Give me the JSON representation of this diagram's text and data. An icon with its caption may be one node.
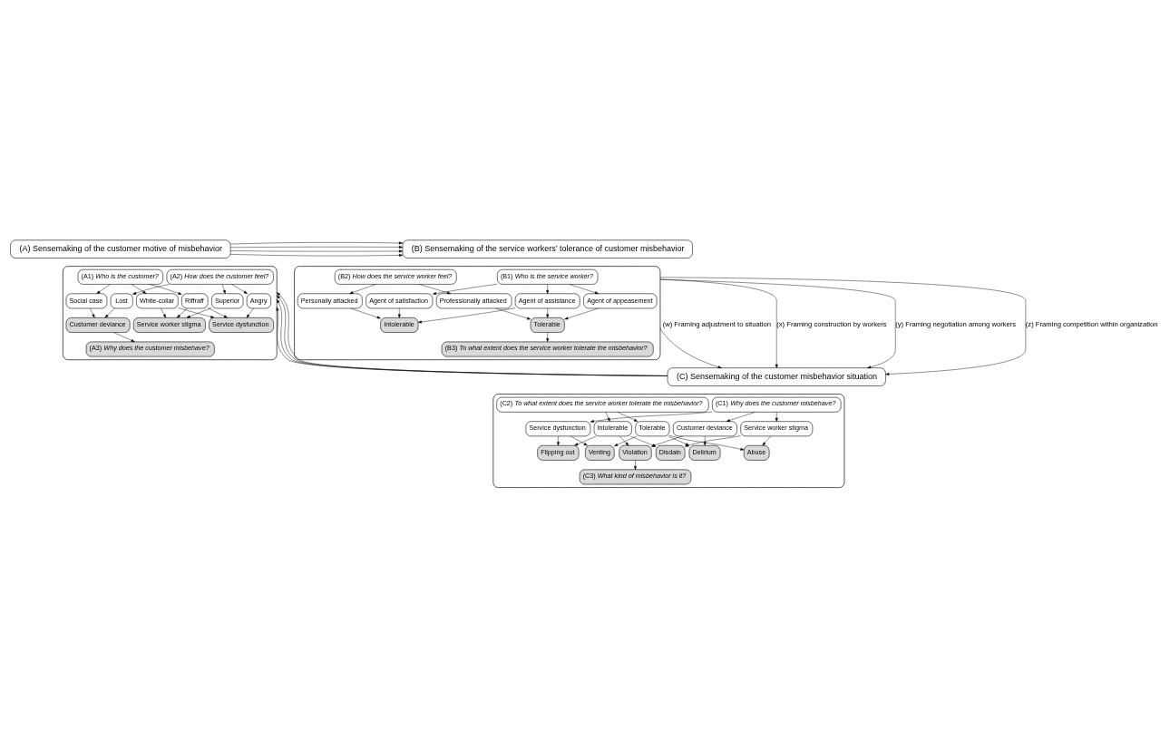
{
  "diagram": {
    "nodes": [
      {
        "text": [
          "(A) Sensemaking of the customer motive of misbehavior"
        ]
      },
      {
        "text": [],
        "shape": "box"
      },
      {
        "text": [
          "(A1) *Who is the customer?*"
        ],
        "in": 1
      },
      {
        "text": [
          "White-collar"
        ],
        "in": 1
      },
      {
        "text": [
          "Riffraff"
        ],
        "in": 1
      },
      {
        "text": [
          "Social case"
        ],
        "in": 1
      },
      {
        "text": [
          "Service worker stigma"
        ],
        "in": 1
      },
      {
        "text": [
          "Service dysfunction"
        ],
        "in": 1
      },
      {
        "text": [
          "Customer deviance"
        ],
        "in": 1
      },
      {
        "text": [
          "Superior"
        ],
        "in": 1
      },
      {
        "text": [
          "Angry"
        ],
        "in": 1
      },
      {
        "text": [
          "Lost"
        ],
        "in": 1
      },
      {
        "text": [
          "(A2) *How does the customer feel?*"
        ],
        "in": 1
      },
      {
        "text": [
          "(A3) *Why does the customer misbehave?*"
        ],
        "in": 1
      },
      {
        "text": [
          "(B) Sensemaking of the service workers’ tolerance of customer misbehavior"
        ]
      },
      {
        "text": [],
        "shape": "box"
      },
      {
        "text": [
          "(B1) *Who is the service worker?*"
        ],
        "in": 15
      },
      {
        "text": [
          "Agent of satisfaction"
        ],
        "in": 15
      },
      {
        "text": [
          "Agent of assistance"
        ],
        "in": 15
      },
      {
        "text": [
          "Agent of appeasement"
        ],
        "in": 15
      },
      {
        "text": [
          "Intolerable"
        ],
        "in": 15
      },
      {
        "text": [
          "Tolerable"
        ],
        "in": 15
      },
      {
        "text": [
          "Personally attacked"
        ],
        "in": 15
      },
      {
        "text": [
          "Professionally attacked"
        ],
        "in": 15
      },
      {
        "text": [
          "(B2) *How does the service worker feel?*"
        ],
        "in": 15
      },
      {
        "text": [
          "(B3) *To what extent does the service worker tolerate the misbehavior?*"
        ],
        "in": 15
      },
      {
        "text": [
          "(C) Sensemaking of the customer misbehavior situation"
        ]
      },
      {
        "text": [],
        "shape": "box"
      },
      {
        "text": [
          "(C1) *Why does the customer misbehave?*"
        ],
        "in": 27
      },
      {
        "text": [
          "Service worker stigma"
        ],
        "in": 27
      },
      {
        "text": [
          "Service dysfunction"
        ],
        "in": 27
      },
      {
        "text": [
          "Customer deviance"
        ],
        "in": 27
      },
      {
        "text": [
          "Abuse"
        ],
        "in": 27
      },
      {
        "text": [
          "Disdain"
        ],
        "in": 27
      },
      {
        "text": [
          "Venting"
        ],
        "in": 27
      },
      {
        "text": [
          "Flipping out"
        ],
        "in": 27
      },
      {
        "text": [
          "Delirium"
        ],
        "in": 27
      },
      {
        "text": [
          "Violation"
        ],
        "in": 27
      },
      {
        "text": [
          "Tolerable"
        ],
        "in": 27
      },
      {
        "text": [
          "Intolerable"
        ],
        "in": 27
      },
      {
        "text": [
          "(C2) *To what extent does the service worker tolerate the misbehavior?*"
        ],
        "in": 27
      },
      {
        "text": [
          "(C3) *What kind of misbehavior is it?*"
        ],
        "in": 27
      }
    ],
    "edges": [
      {
        "from": 0,
        "to": 14,
        "arrow": "to"
      },
      {
        "from": 0,
        "to": 14,
        "arrow": "to"
      },
      {
        "from": 0,
        "to": 14,
        "arrow": "to"
      },
      {
        "from": 0,
        "to": 14,
        "arrow": "to"
      },
      {
        "from": 2,
        "to": 3,
        "arrow": "to"
      },
      {
        "from": 2,
        "to": 4,
        "arrow": "to"
      },
      {
        "from": 2,
        "to": 5,
        "arrow": "to"
      },
      {
        "from": 3,
        "to": 6,
        "arrow": "to"
      },
      {
        "from": 3,
        "to": 7,
        "arrow": "to"
      },
      {
        "from": 4,
        "to": 6,
        "arrow": "to"
      },
      {
        "from": 4,
        "to": 7,
        "arrow": "to"
      },
      {
        "from": 5,
        "to": 8,
        "arrow": "to"
      },
      {
        "from": 9,
        "to": 6,
        "arrow": "to"
      },
      {
        "from": 10,
        "to": 7,
        "arrow": "to"
      },
      {
        "from": 11,
        "to": 8,
        "arrow": "to"
      },
      {
        "from": 12,
        "to": 9,
        "arrow": "to"
      },
      {
        "from": 12,
        "to": 10,
        "arrow": "to"
      },
      {
        "from": 12,
        "to": 11,
        "arrow": "to"
      },
      {
        "from": 8,
        "to": 13,
        "arrow": "to"
      },
      {
        "from": 16,
        "to": 17,
        "arrow": "to"
      },
      {
        "from": 16,
        "to": 18,
        "arrow": "to"
      },
      {
        "from": 16,
        "to": 19,
        "arrow": "to"
      },
      {
        "from": 17,
        "to": 20,
        "arrow": "to"
      },
      {
        "from": 18,
        "to": 20,
        "arrow": "to"
      },
      {
        "from": 18,
        "to": 21,
        "arrow": "to"
      },
      {
        "from": 19,
        "to": 21,
        "arrow": "to"
      },
      {
        "from": 22,
        "to": 20,
        "arrow": "to"
      },
      {
        "from": 23,
        "to": 21,
        "arrow": "to"
      },
      {
        "from": 24,
        "to": 22,
        "arrow": "to"
      },
      {
        "from": 24,
        "to": 23,
        "arrow": "to"
      },
      {
        "from": 21,
        "to": 25,
        "arrow": "to"
      },
      {
        "from": 15,
        "to": 26,
        "arrow": "to",
        "label": "(w) Framing adjustment to situation"
      },
      {
        "from": 15,
        "to": 26,
        "arrow": "to",
        "label": "(x) Framing construction by workers"
      },
      {
        "from": 15,
        "to": 26,
        "arrow": "to",
        "label": "(y) Framing negotiation among workers"
      },
      {
        "from": 15,
        "to": 26,
        "arrow": "to",
        "label": "(z) Framing competition within organization"
      },
      {
        "from": 26,
        "to": 1,
        "arrow": "to"
      },
      {
        "from": 26,
        "to": 1,
        "arrow": "to"
      },
      {
        "from": 26,
        "to": 1,
        "arrow": "to"
      },
      {
        "from": 26,
        "to": 1,
        "arrow": "to"
      },
      {
        "from": 28,
        "to": 29,
        "arrow": "to"
      },
      {
        "from": 28,
        "to": 30,
        "arrow": "to"
      },
      {
        "from": 28,
        "to": 31,
        "arrow": "to"
      },
      {
        "from": 29,
        "to": 32,
        "arrow": "to"
      },
      {
        "from": 29,
        "to": 33,
        "arrow": "to"
      },
      {
        "from": 30,
        "to": 34,
        "arrow": "to"
      },
      {
        "from": 30,
        "to": 35,
        "arrow": "to"
      },
      {
        "from": 31,
        "to": 36,
        "arrow": "to"
      },
      {
        "from": 31,
        "to": 37,
        "arrow": "to"
      },
      {
        "from": 38,
        "to": 32,
        "arrow": "to"
      },
      {
        "from": 38,
        "to": 34,
        "arrow": "to"
      },
      {
        "from": 38,
        "to": 36,
        "arrow": "to"
      },
      {
        "from": 39,
        "to": 33,
        "arrow": "to"
      },
      {
        "from": 39,
        "to": 35,
        "arrow": "to"
      },
      {
        "from": 39,
        "to": 37,
        "arrow": "to"
      },
      {
        "from": 40,
        "to": 38,
        "arrow": "to"
      },
      {
        "from": 40,
        "to": 39,
        "arrow": "to"
      },
      {
        "from": 37,
        "to": 41,
        "arrow": "to"
      }
    ]
  }
}
